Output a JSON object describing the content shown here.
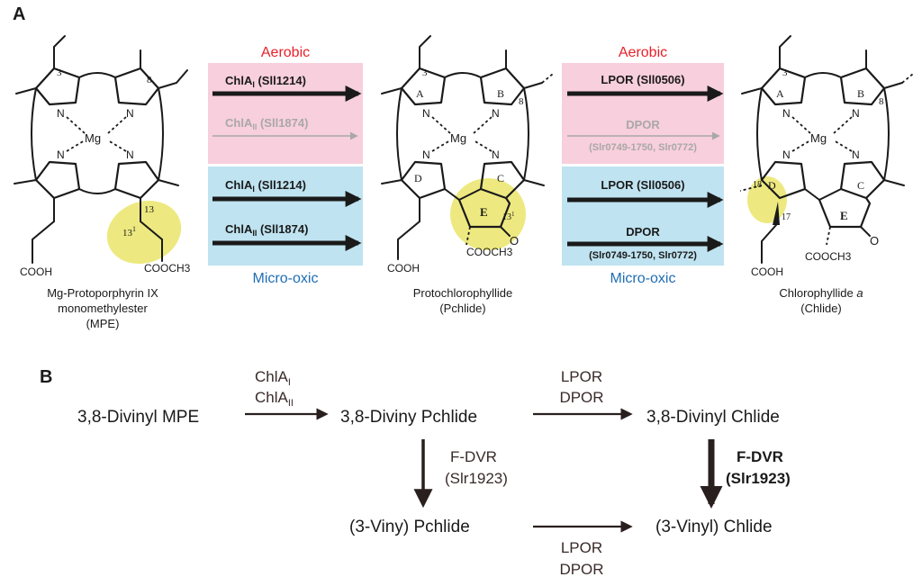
{
  "colors": {
    "aerobic_bg": "#f8cfdc",
    "microoxic_bg": "#bfe3f0",
    "aerobic_text": "#e8202a",
    "microoxic_text": "#1f6db3",
    "highlight": "#ede980",
    "faded_arrow": "#a8a8a8",
    "ink": "#1a1a1a"
  },
  "panel_a": {
    "label": "A",
    "left_box": {
      "aerobic_title": "Aerobic",
      "microoxic_title": "Micro-oxic",
      "arrow1": {
        "label": "ChlA",
        "sub": "I",
        "gene": " (Sll1214)"
      },
      "arrow2": {
        "label": "ChlA",
        "sub": "II",
        "gene": " (Sll1874)"
      },
      "arrow3": {
        "label": "ChlA",
        "sub": "I",
        "gene": " (Sll1214)"
      },
      "arrow4": {
        "label": "ChlA",
        "sub": "II",
        "gene": " (Sll1874)"
      }
    },
    "right_box": {
      "aerobic_title": "Aerobic",
      "microoxic_title": "Micro-oxic",
      "arrow1": "LPOR (Sll0506)",
      "arrow2": "DPOR",
      "arrow2_genes": "(Slr0749-1750, Slr0772)",
      "arrow3": "LPOR (Sll0506)",
      "arrow4": "DPOR",
      "arrow4_genes": "(Slr0749-1750, Slr0772)"
    },
    "molecule1": {
      "name_line1": "Mg-Protoporphyrin IX",
      "name_line2": "monomethylester",
      "name_line3": "(MPE)",
      "metal": "Mg",
      "n": "N",
      "pos3": "3",
      "pos8": "8",
      "pos13": "13",
      "pos131": "13",
      "pos131_sup": "1",
      "cooh": "COOH",
      "ester": "COOCH3"
    },
    "molecule2": {
      "name_line1": "Protochlorophyllide",
      "name_line2": "(Pchlide)",
      "metal": "Mg",
      "n": "N",
      "pos3": "3",
      "pos8": "8",
      "ring_a": "A",
      "ring_b": "B",
      "ring_c": "C",
      "ring_d": "D",
      "ring_e": "E",
      "pos131": "13",
      "pos131_sup": "1",
      "oxo": "O",
      "cooh": "COOH",
      "ester": "COOCH3"
    },
    "molecule3": {
      "name_line1": "Chlorophyllide ",
      "name_italic": "a",
      "name_line2": "(Chlide)",
      "metal": "Mg",
      "n": "N",
      "pos3": "3",
      "pos8": "8",
      "pos17": "17",
      "pos18": "18",
      "ring_a": "A",
      "ring_b": "B",
      "ring_c": "C",
      "ring_d": "D",
      "ring_e": "E",
      "oxo": "O",
      "cooh": "COOH",
      "ester": "COOCH3"
    }
  },
  "panel_b": {
    "label": "B",
    "node1": "3,8-Divinyl MPE",
    "node2": "3,8-Diviny Pchlide",
    "node3": "3,8-Divinyl Chlide",
    "node4": "(3-Viny) Pchlide",
    "node5": "(3-Vinyl) Chlide",
    "enzyme_chla1": "ChlA",
    "enzyme_chla1_sub": "I",
    "enzyme_chla2": "ChlA",
    "enzyme_chla2_sub": "II",
    "enzyme_lpor_top": "LPOR",
    "enzyme_dpor_top": "DPOR",
    "enzyme_fdvr_mid": "F-DVR",
    "enzyme_fdvr_mid_gene": "(Slr1923)",
    "enzyme_fdvr_right": "F-DVR",
    "enzyme_fdvr_right_gene": "(Slr1923)",
    "enzyme_lpor_bottom": "LPOR",
    "enzyme_dpor_bottom": "DPOR"
  }
}
